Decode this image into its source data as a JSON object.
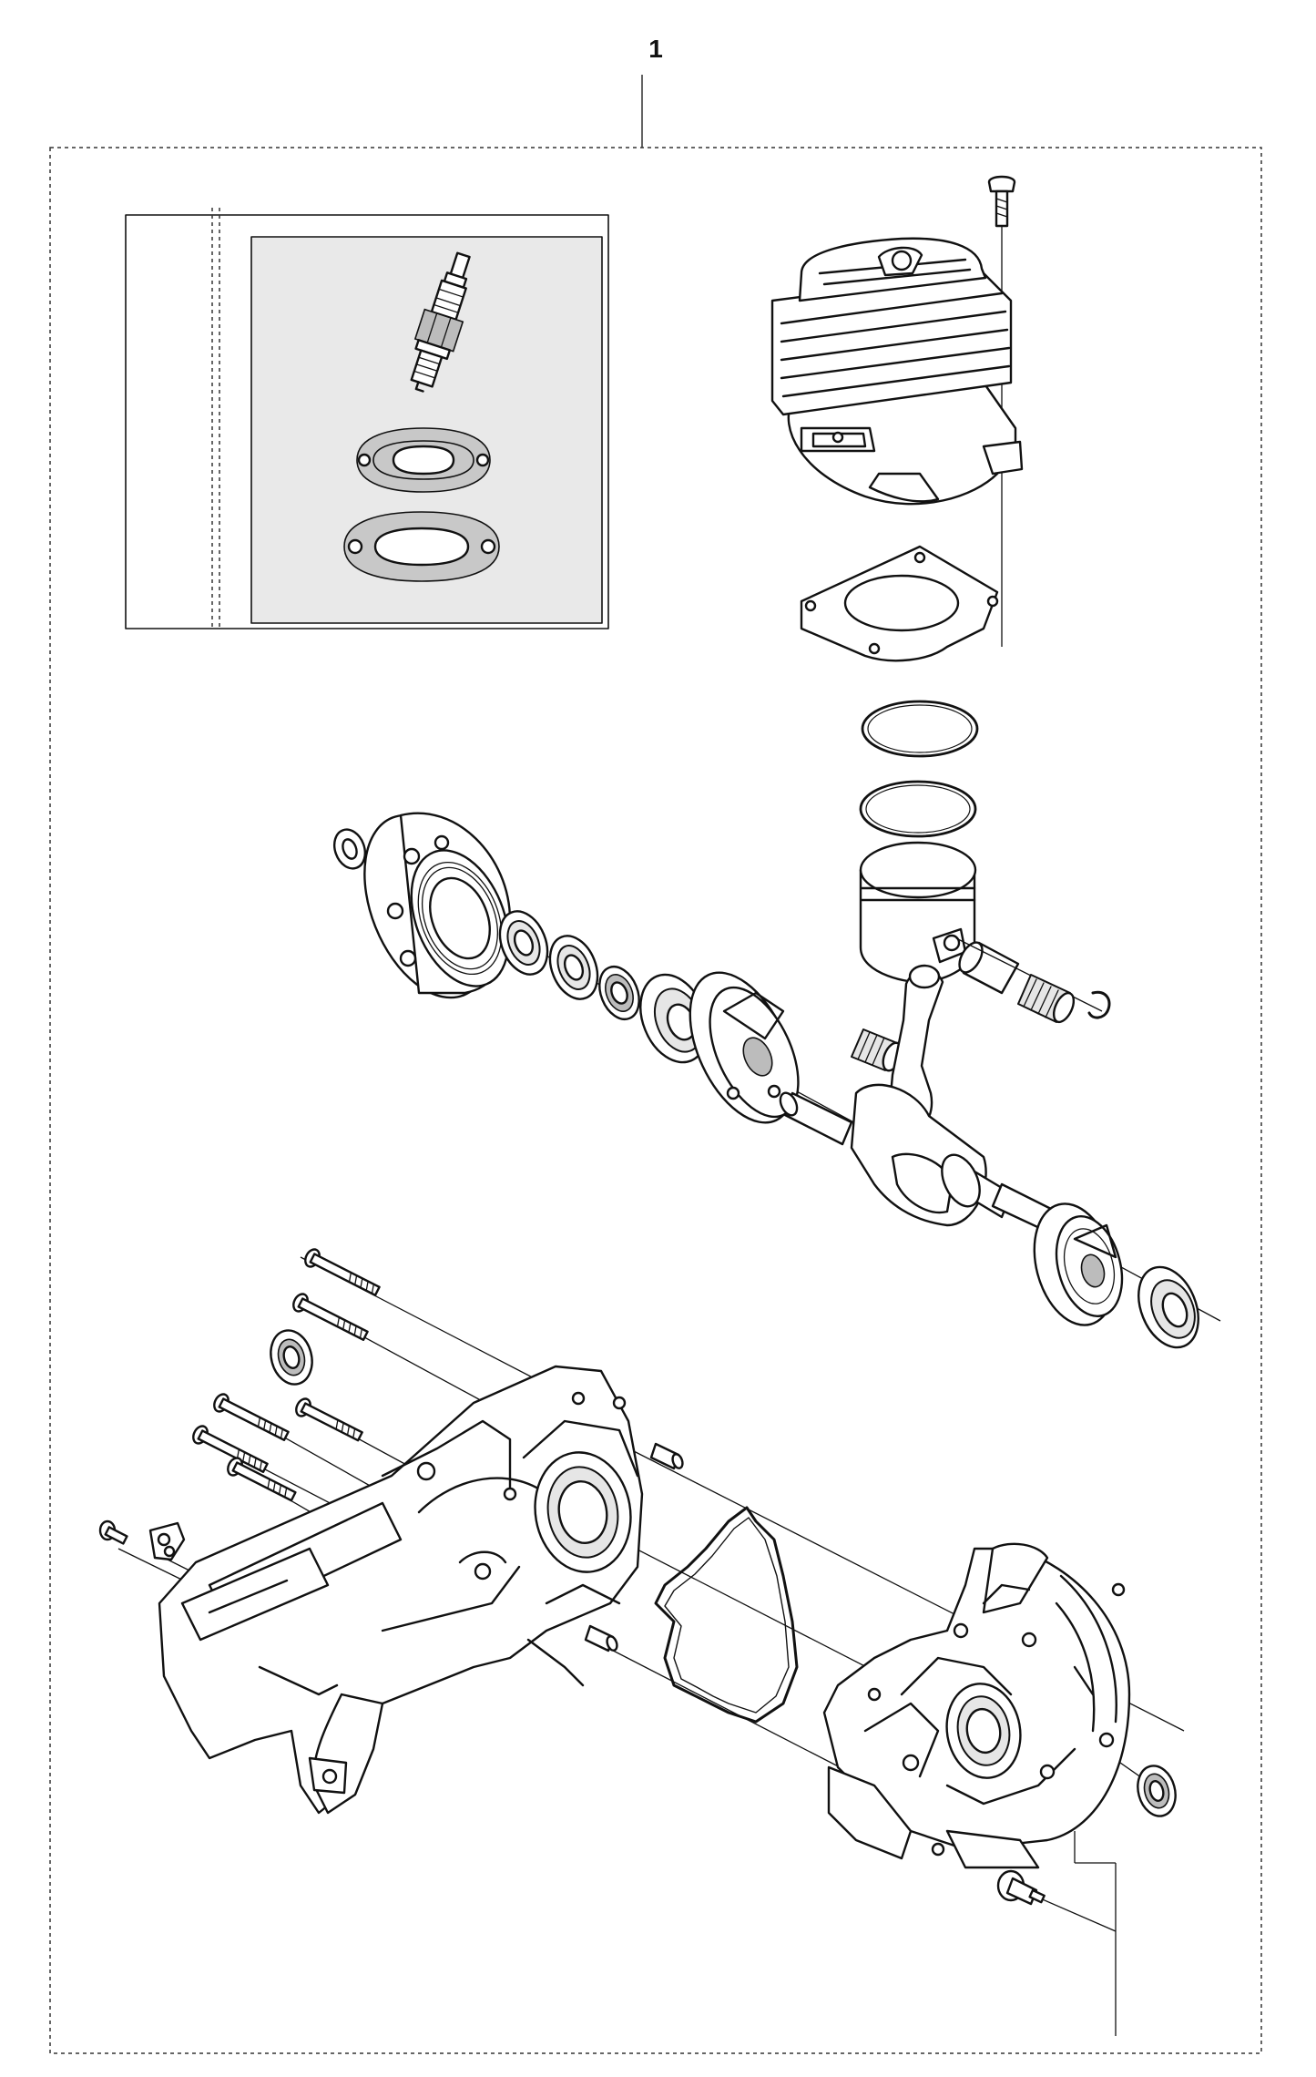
{
  "callout": {
    "number": "1"
  },
  "assembly": {
    "kit_box_parts": [
      "spark-plug",
      "exhaust-gasket",
      "exhaust-gasket"
    ],
    "top_group": [
      "cylinder",
      "cylinder-screw",
      "cylinder-gasket",
      "piston-ring",
      "piston-ring",
      "piston",
      "piston-pin",
      "needle-bearing",
      "circlip"
    ],
    "crank_group": [
      "washer",
      "clutch-drum",
      "bearing",
      "bearing",
      "seal",
      "bearing",
      "flywheel-side-disc",
      "needle-bearing",
      "connecting-rod",
      "crankshaft",
      "crankshaft-disc",
      "bearing"
    ],
    "case_group": [
      "crankcase-left",
      "crankcase-right",
      "crankcase-gasket",
      "guide-pin",
      "guide-pin",
      "screw",
      "screw",
      "screw",
      "screw",
      "screw",
      "seal",
      "seal",
      "bracket",
      "small-screw",
      "decompression-valve"
    ]
  }
}
